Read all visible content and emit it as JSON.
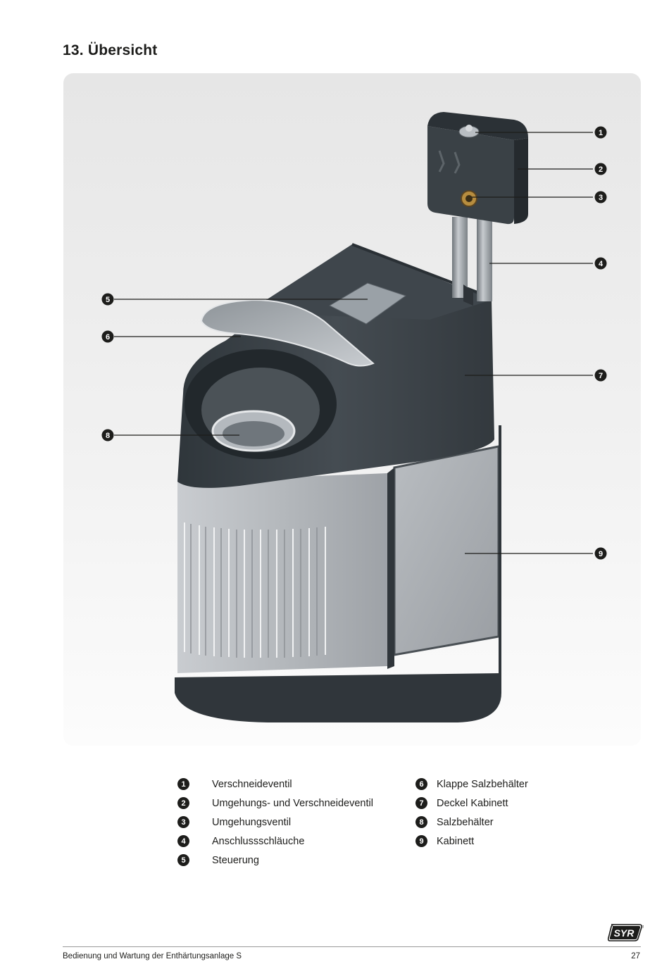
{
  "page": {
    "title": "13. Übersicht",
    "footer_text": "Bedienung und Wartung der Enthärtungsanlage S",
    "page_number": "27"
  },
  "logo": {
    "text": "SYR",
    "mark": "®"
  },
  "callouts": [
    {
      "number": "1",
      "label": "Verschneideventil"
    },
    {
      "number": "2",
      "label": "Umgehungs- und Verschneideventil"
    },
    {
      "number": "3",
      "label": "Umgehungsventil"
    },
    {
      "number": "4",
      "label": "Anschlussschläuche"
    },
    {
      "number": "5",
      "label": "Steuerung"
    },
    {
      "number": "6",
      "label": "Klappe Salzbehälter"
    },
    {
      "number": "7",
      "label": "Deckel Kabinett"
    },
    {
      "number": "8",
      "label": "Salzbehälter"
    },
    {
      "number": "9",
      "label": "Kabinett"
    }
  ],
  "colors": {
    "cabinet_dark": "#3b4247",
    "cabinet_light": "#a9adb2",
    "callout_badge": "#1d1d1b",
    "background": "#ececec"
  }
}
